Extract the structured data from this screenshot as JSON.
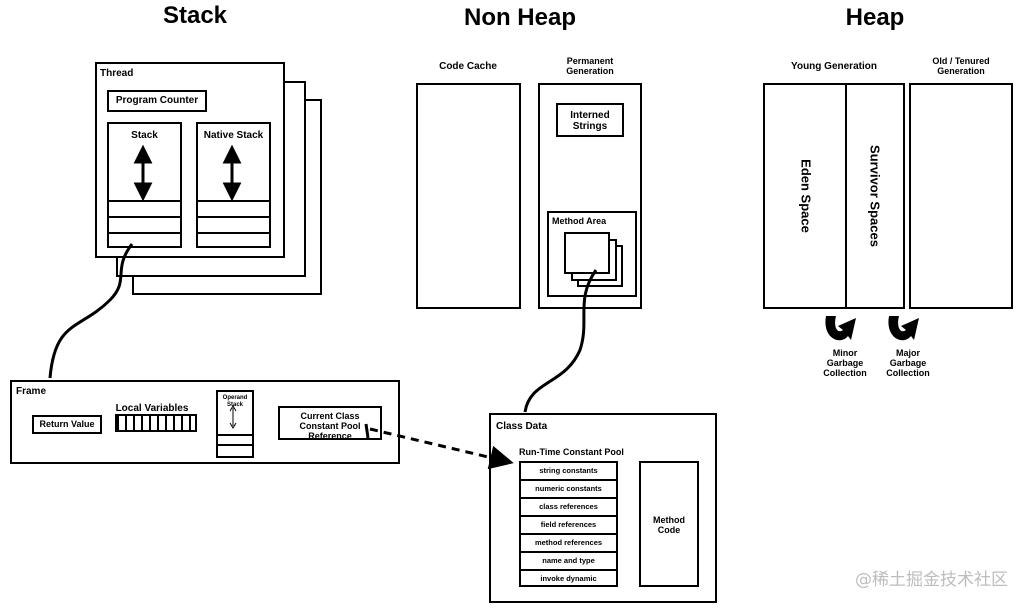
{
  "headings": {
    "stack": "Stack",
    "non_heap": "Non Heap",
    "heap": "Heap"
  },
  "thread": {
    "title": "Thread",
    "program_counter": "Program Counter",
    "stack": "Stack",
    "native_stack": "Native Stack"
  },
  "frame": {
    "title": "Frame",
    "return_value": "Return Value",
    "local_variables": "Local Variables",
    "operand_stack": "Operand\nStack",
    "constant_pool_ref": "Current Class\nConstant Pool\nReference"
  },
  "non_heap": {
    "code_cache": "Code Cache",
    "permanent_generation": "Permanent\nGeneration",
    "interned_strings": "Interned\nStrings",
    "method_area": "Method Area"
  },
  "heap": {
    "young_generation": "Young Generation",
    "old_generation": "Old / Tenured\nGeneration",
    "eden_space": "Eden Space",
    "survivor_spaces": "Survivor Spaces",
    "minor_gc": "Minor\nGarbage\nCollection",
    "major_gc": "Major\nGarbage\nCollection"
  },
  "class_data": {
    "title": "Class Data",
    "pool_title": "Run-Time Constant Pool",
    "pool_rows": [
      "string constants",
      "numeric constants",
      "class references",
      "field references",
      "method references",
      "name and type",
      "invoke dynamic"
    ],
    "method_code": "Method\nCode"
  },
  "watermark": "@稀土掘金技术社区"
}
